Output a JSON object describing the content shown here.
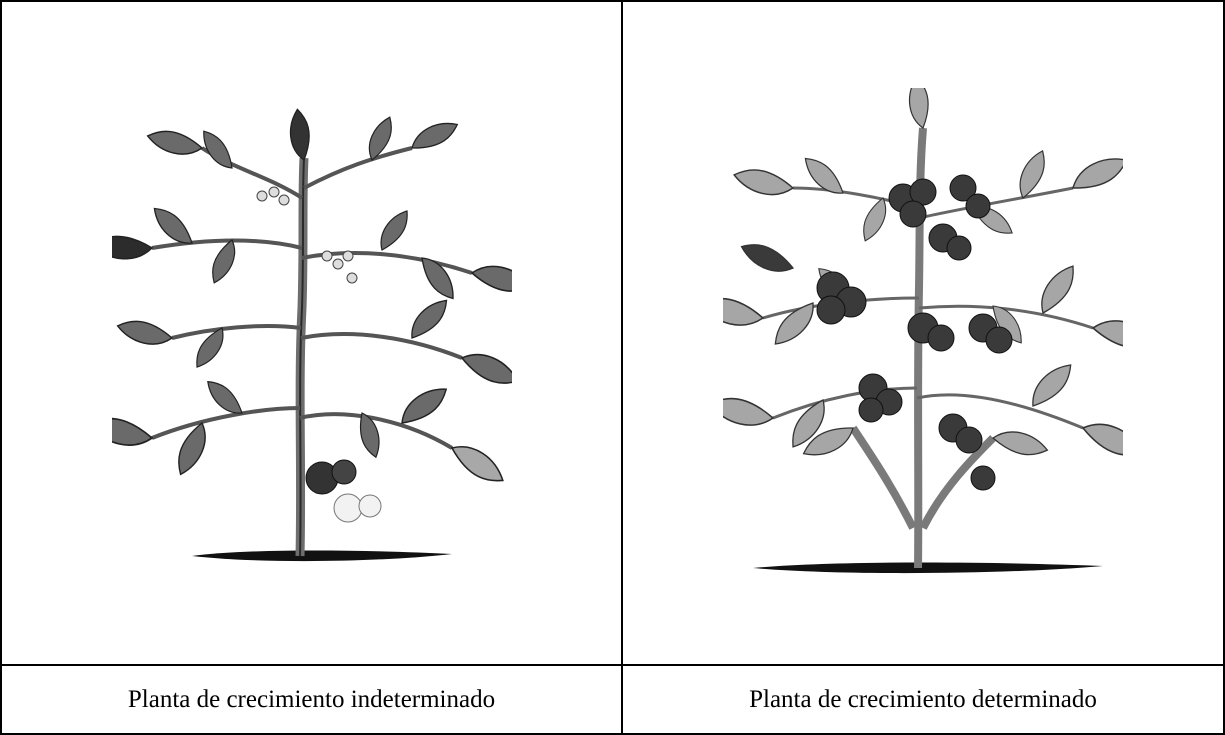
{
  "figures": [
    {
      "icon": "indeterminate-tomato-plant-illustration",
      "caption": "Planta de crecimiento indeterminado"
    },
    {
      "icon": "determinate-tomato-plant-illustration",
      "caption": "Planta de crecimiento determinado"
    }
  ],
  "colors": {
    "border": "#000000",
    "foliage_dark": "#3a3a3a",
    "foliage_mid": "#7a7a7a",
    "foliage_light": "#b8b8b8",
    "fruit": "#2e2e2e"
  }
}
